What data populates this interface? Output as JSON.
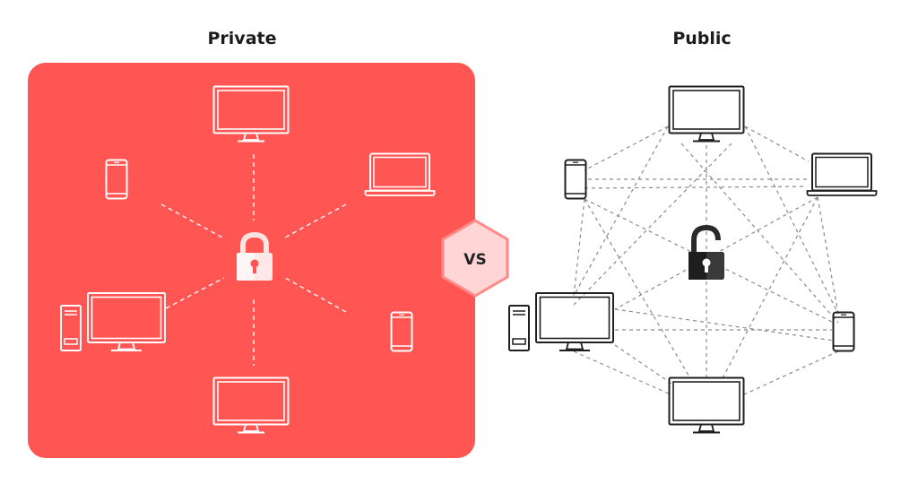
{
  "left_panel": {
    "title": "Private",
    "icon": "locked-padlock-icon",
    "devices": [
      "desktop-monitor-icon",
      "laptop-icon",
      "smartphone-icon",
      "smartphone-icon",
      "desktop-tower-computer-icon",
      "desktop-monitor-icon"
    ]
  },
  "right_panel": {
    "title": "Public",
    "icon": "unlocked-padlock-icon",
    "devices": [
      "desktop-monitor-icon",
      "laptop-icon",
      "smartphone-icon",
      "smartphone-icon",
      "desktop-tower-computer-icon",
      "desktop-monitor-icon"
    ]
  },
  "badge": {
    "label": "VS"
  },
  "colors": {
    "private_panel": "#ff5553",
    "private_lines": "#ffffff",
    "public_lines": "#8a8a8a",
    "public_icons": "#1f1f1f",
    "badge_fill": "#ffd6d5",
    "badge_border": "#ff8a88",
    "badge_text": "#222222"
  }
}
